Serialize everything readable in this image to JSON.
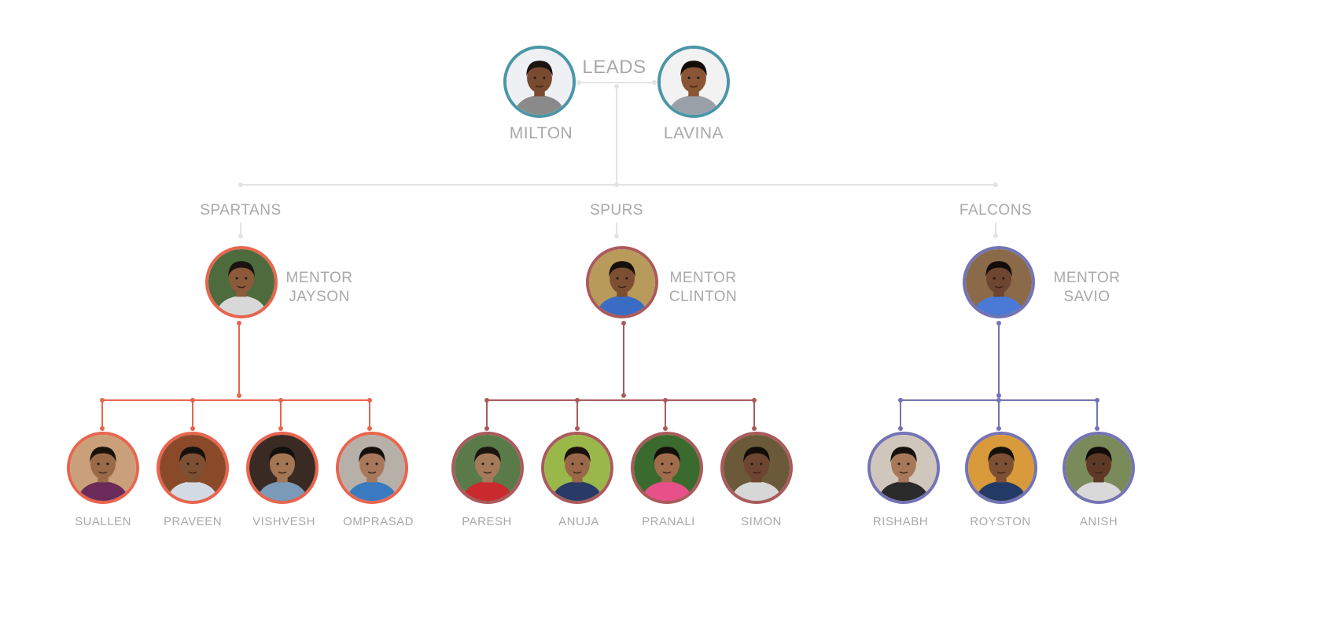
{
  "heading": "LEADS",
  "leads": [
    {
      "name": "MILTON",
      "skin": "#7a4a30",
      "hair": "#1b1410",
      "shirt": "#8a8a8a",
      "bg": "#eef0f4"
    },
    {
      "name": "LAVINA",
      "skin": "#8a5534",
      "hair": "#120c09",
      "shirt": "#9aa0a8",
      "bg": "#f2f2f2"
    }
  ],
  "colors": {
    "lead": "#4a96a6",
    "line": "#e3e3e3",
    "label": "#a9a9a9"
  },
  "teams": [
    {
      "name": "SPARTANS",
      "color": "#e8654e",
      "mentor": {
        "line1": "MENTOR",
        "line2": "JAYSON",
        "skin": "#8a5a3a",
        "hair": "#1a1411",
        "shirt": "#d8d8d8",
        "bg": "#4d6b3c"
      },
      "members": [
        {
          "name": "SUALLEN",
          "skin": "#9a6a48",
          "hair": "#1a120d",
          "shirt": "#6a2a5a",
          "bg": "#c9a07a"
        },
        {
          "name": "PRAVEEN",
          "skin": "#7d5034",
          "hair": "#17110d",
          "shirt": "#d2dbe4",
          "bg": "#8a4a2a"
        },
        {
          "name": "VISHVESH",
          "skin": "#a47654",
          "hair": "#14100d",
          "shirt": "#7a9ab8",
          "bg": "#3a2a24"
        },
        {
          "name": "OMPRASAD",
          "skin": "#a8785a",
          "hair": "#15100c",
          "shirt": "#3a7ac0",
          "bg": "#b7b0a8"
        }
      ]
    },
    {
      "name": "SPURS",
      "color": "#ab5a5c",
      "mentor": {
        "line1": "MENTOR",
        "line2": "CLINTON",
        "skin": "#7d4f32",
        "hair": "#16100c",
        "shirt": "#3b6cc4",
        "bg": "#b89a5a"
      },
      "members": [
        {
          "name": "PARESH",
          "skin": "#a57a5a",
          "hair": "#1b1410",
          "shirt": "#c82a2e",
          "bg": "#5a7a4a"
        },
        {
          "name": "ANUJA",
          "skin": "#9a6848",
          "hair": "#19110d",
          "shirt": "#2a3a66",
          "bg": "#9ab84a"
        },
        {
          "name": "PRANALI",
          "skin": "#a06c4c",
          "hair": "#150f0b",
          "shirt": "#e8508a",
          "bg": "#3a6a2e"
        },
        {
          "name": "SIMON",
          "skin": "#6e4530",
          "hair": "#120d0a",
          "shirt": "#d7d7d7",
          "bg": "#6a5a3a"
        }
      ]
    },
    {
      "name": "FALCONS",
      "color": "#7473b4",
      "mentor": {
        "line1": "MENTOR",
        "line2": "SAVIO",
        "skin": "#6e4530",
        "hair": "#120d0a",
        "shirt": "#4a7ad6",
        "bg": "#8a6a48"
      },
      "members": [
        {
          "name": "RISHABH",
          "skin": "#a8785a",
          "hair": "#17110d",
          "shirt": "#2a2a2a",
          "bg": "#cfc6bc"
        },
        {
          "name": "ROYSTON",
          "skin": "#7d5034",
          "hair": "#15100c",
          "shirt": "#243a66",
          "bg": "#d89a3a"
        },
        {
          "name": "ANISH",
          "skin": "#5e3a26",
          "hair": "#110c09",
          "shirt": "#d9d9d9",
          "bg": "#7a8a5a"
        }
      ]
    }
  ]
}
